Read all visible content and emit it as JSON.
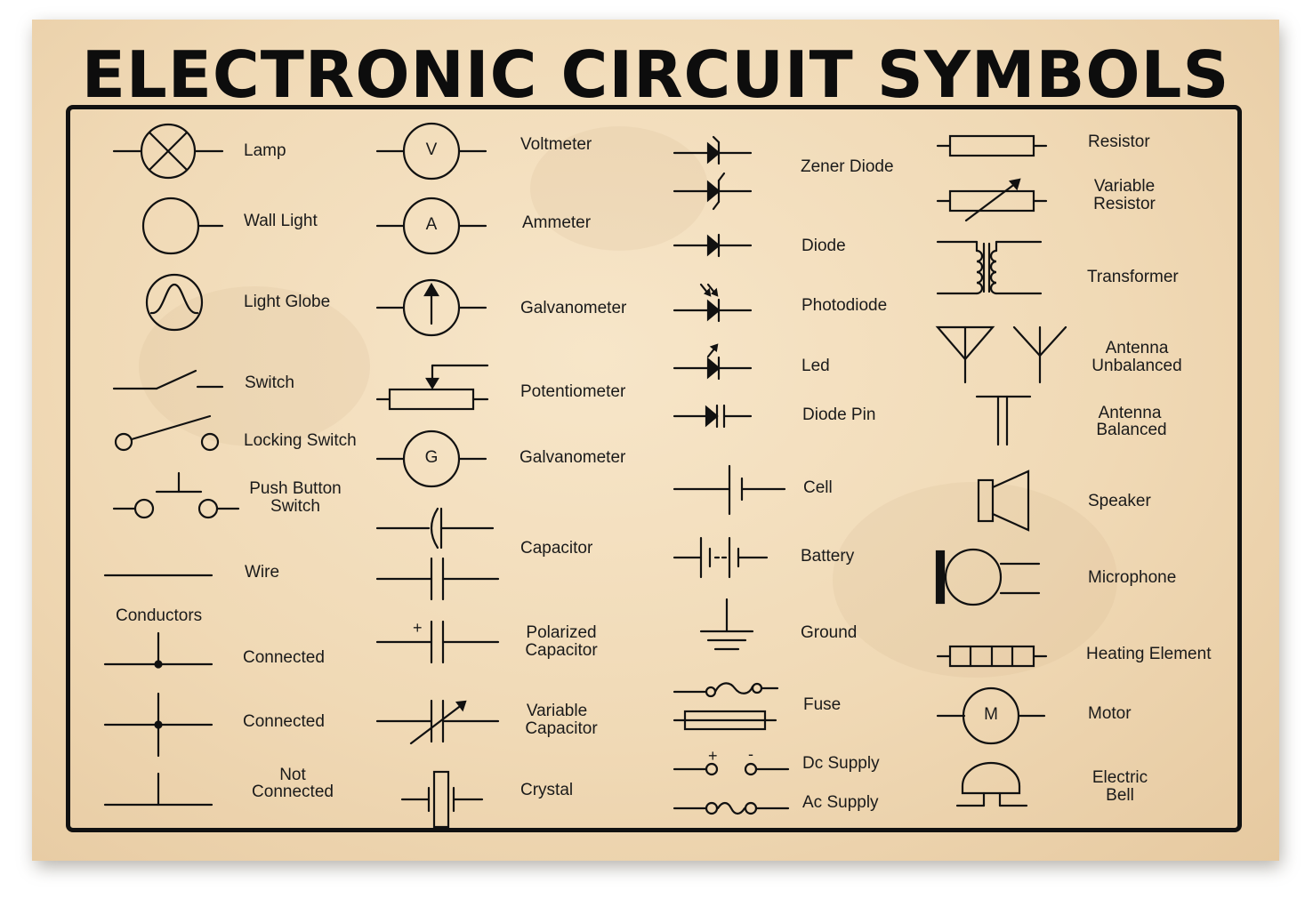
{
  "title": "ELECTRONIC CIRCUIT SYMBOLS",
  "columns": [
    {
      "labels": {
        "lamp": "Lamp",
        "wall_light": "Wall Light",
        "light_globe": "Light Globe",
        "switch": "Switch",
        "locking_switch": "Locking Switch",
        "push_button_switch_1": "Push Button",
        "push_button_switch_2": "Switch",
        "wire": "Wire",
        "conductors": "Conductors",
        "connected_1": "Connected",
        "connected_2": "Connected",
        "not_connected_1": "Not",
        "not_connected_2": "Connected"
      }
    },
    {
      "labels": {
        "voltmeter": "Voltmeter",
        "ammeter": "Ammeter",
        "galvanometer_1": "Galvanometer",
        "potentiometer": "Potentiometer",
        "galvanometer_2": "Galvanometer",
        "capacitor": "Capacitor",
        "polarized_capacitor_1": "Polarized",
        "polarized_capacitor_2": "Capacitor",
        "variable_capacitor_1": "Variable",
        "variable_capacitor_2": "Capacitor",
        "crystal": "Crystal"
      },
      "glyphs": {
        "voltmeter": "V",
        "ammeter": "A",
        "galvanometer": "G",
        "polarized_plus": "+"
      }
    },
    {
      "labels": {
        "zener_diode": "Zener Diode",
        "diode": "Diode",
        "photodiode": "Photodiode",
        "led": "Led",
        "diode_pin": "Diode Pin",
        "cell": "Cell",
        "battery": "Battery",
        "ground": "Ground",
        "fuse": "Fuse",
        "dc_supply": "Dc Supply",
        "ac_supply": "Ac Supply"
      },
      "glyphs": {
        "dc_plus": "+",
        "dc_minus": "-"
      }
    },
    {
      "labels": {
        "resistor": "Resistor",
        "variable_resistor_1": "Variable",
        "variable_resistor_2": "Resistor",
        "transformer": "Transformer",
        "antenna_unbalanced_1": "Antenna",
        "antenna_unbalanced_2": "Unbalanced",
        "antenna_balanced_1": "Antenna",
        "antenna_balanced_2": "Balanced",
        "speaker": "Speaker",
        "microphone": "Microphone",
        "heating_element": "Heating Element",
        "motor": "Motor",
        "electric_bell_1": "Electric",
        "electric_bell_2": "Bell"
      },
      "glyphs": {
        "motor": "M"
      }
    }
  ],
  "colors": {
    "ink": "#111111",
    "paper": "#f0d9b5"
  }
}
